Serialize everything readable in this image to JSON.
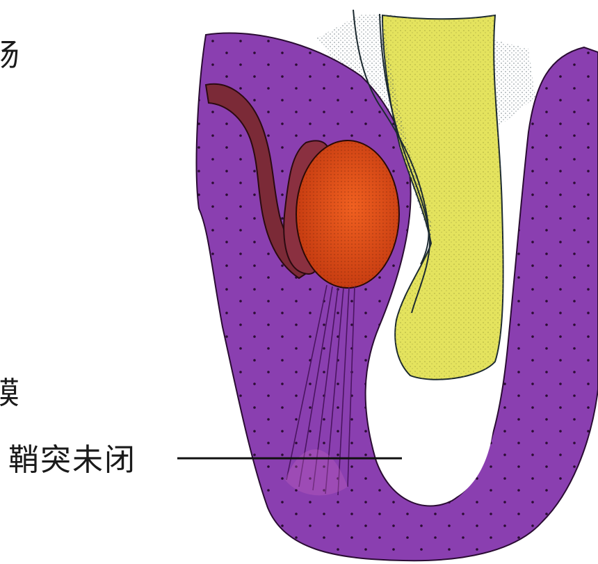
{
  "labels": {
    "top_partial": "肠",
    "middle_partial": "膜",
    "main": "鞘突未闭"
  },
  "colors": {
    "background": "#ffffff",
    "tunica_purple": "#8a3fb0",
    "testis_orange": "#e0521c",
    "epididymis_brown": "#7b2a37",
    "penis_yellow": "#e4e35e",
    "leader_line": "#111111"
  }
}
